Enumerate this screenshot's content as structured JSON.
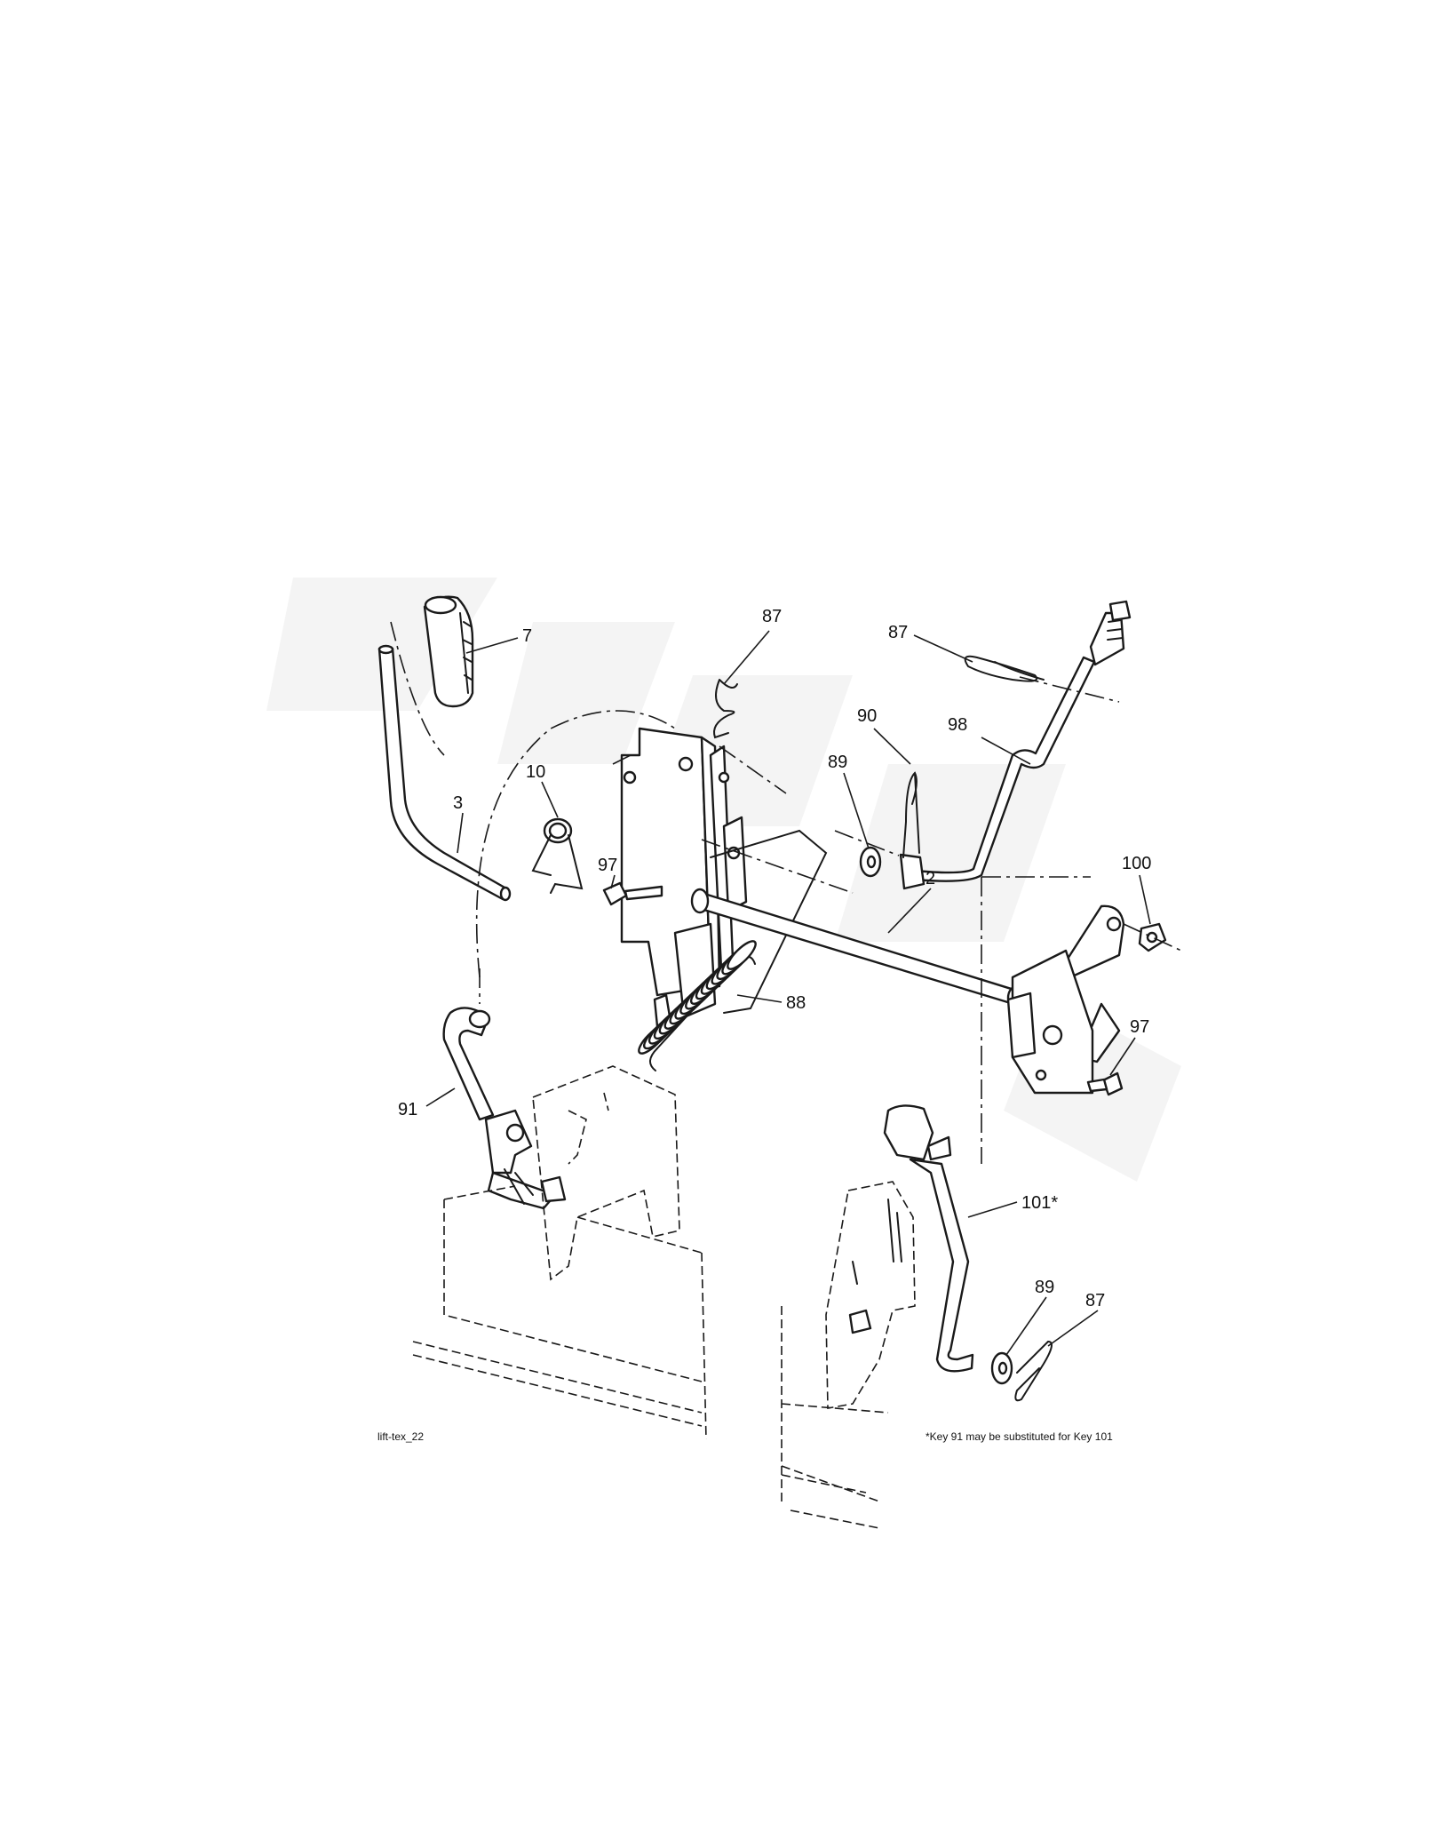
{
  "figure": {
    "code": "lift-tex_22",
    "footnote": "*Key 91 may be substituted for Key 101"
  },
  "callouts": [
    {
      "id": "c7",
      "label": "7"
    },
    {
      "id": "c87a",
      "label": "87"
    },
    {
      "id": "c87b",
      "label": "87"
    },
    {
      "id": "c90",
      "label": "90"
    },
    {
      "id": "c98",
      "label": "98"
    },
    {
      "id": "c89a",
      "label": "89"
    },
    {
      "id": "c10",
      "label": "10"
    },
    {
      "id": "c3",
      "label": "3"
    },
    {
      "id": "c97a",
      "label": "97"
    },
    {
      "id": "c100",
      "label": "100"
    },
    {
      "id": "c2",
      "label": "2"
    },
    {
      "id": "c88",
      "label": "88"
    },
    {
      "id": "c97b",
      "label": "97"
    },
    {
      "id": "c91",
      "label": "91"
    },
    {
      "id": "c101",
      "label": "101*"
    },
    {
      "id": "c89b",
      "label": "89"
    },
    {
      "id": "c87c",
      "label": "87"
    }
  ]
}
